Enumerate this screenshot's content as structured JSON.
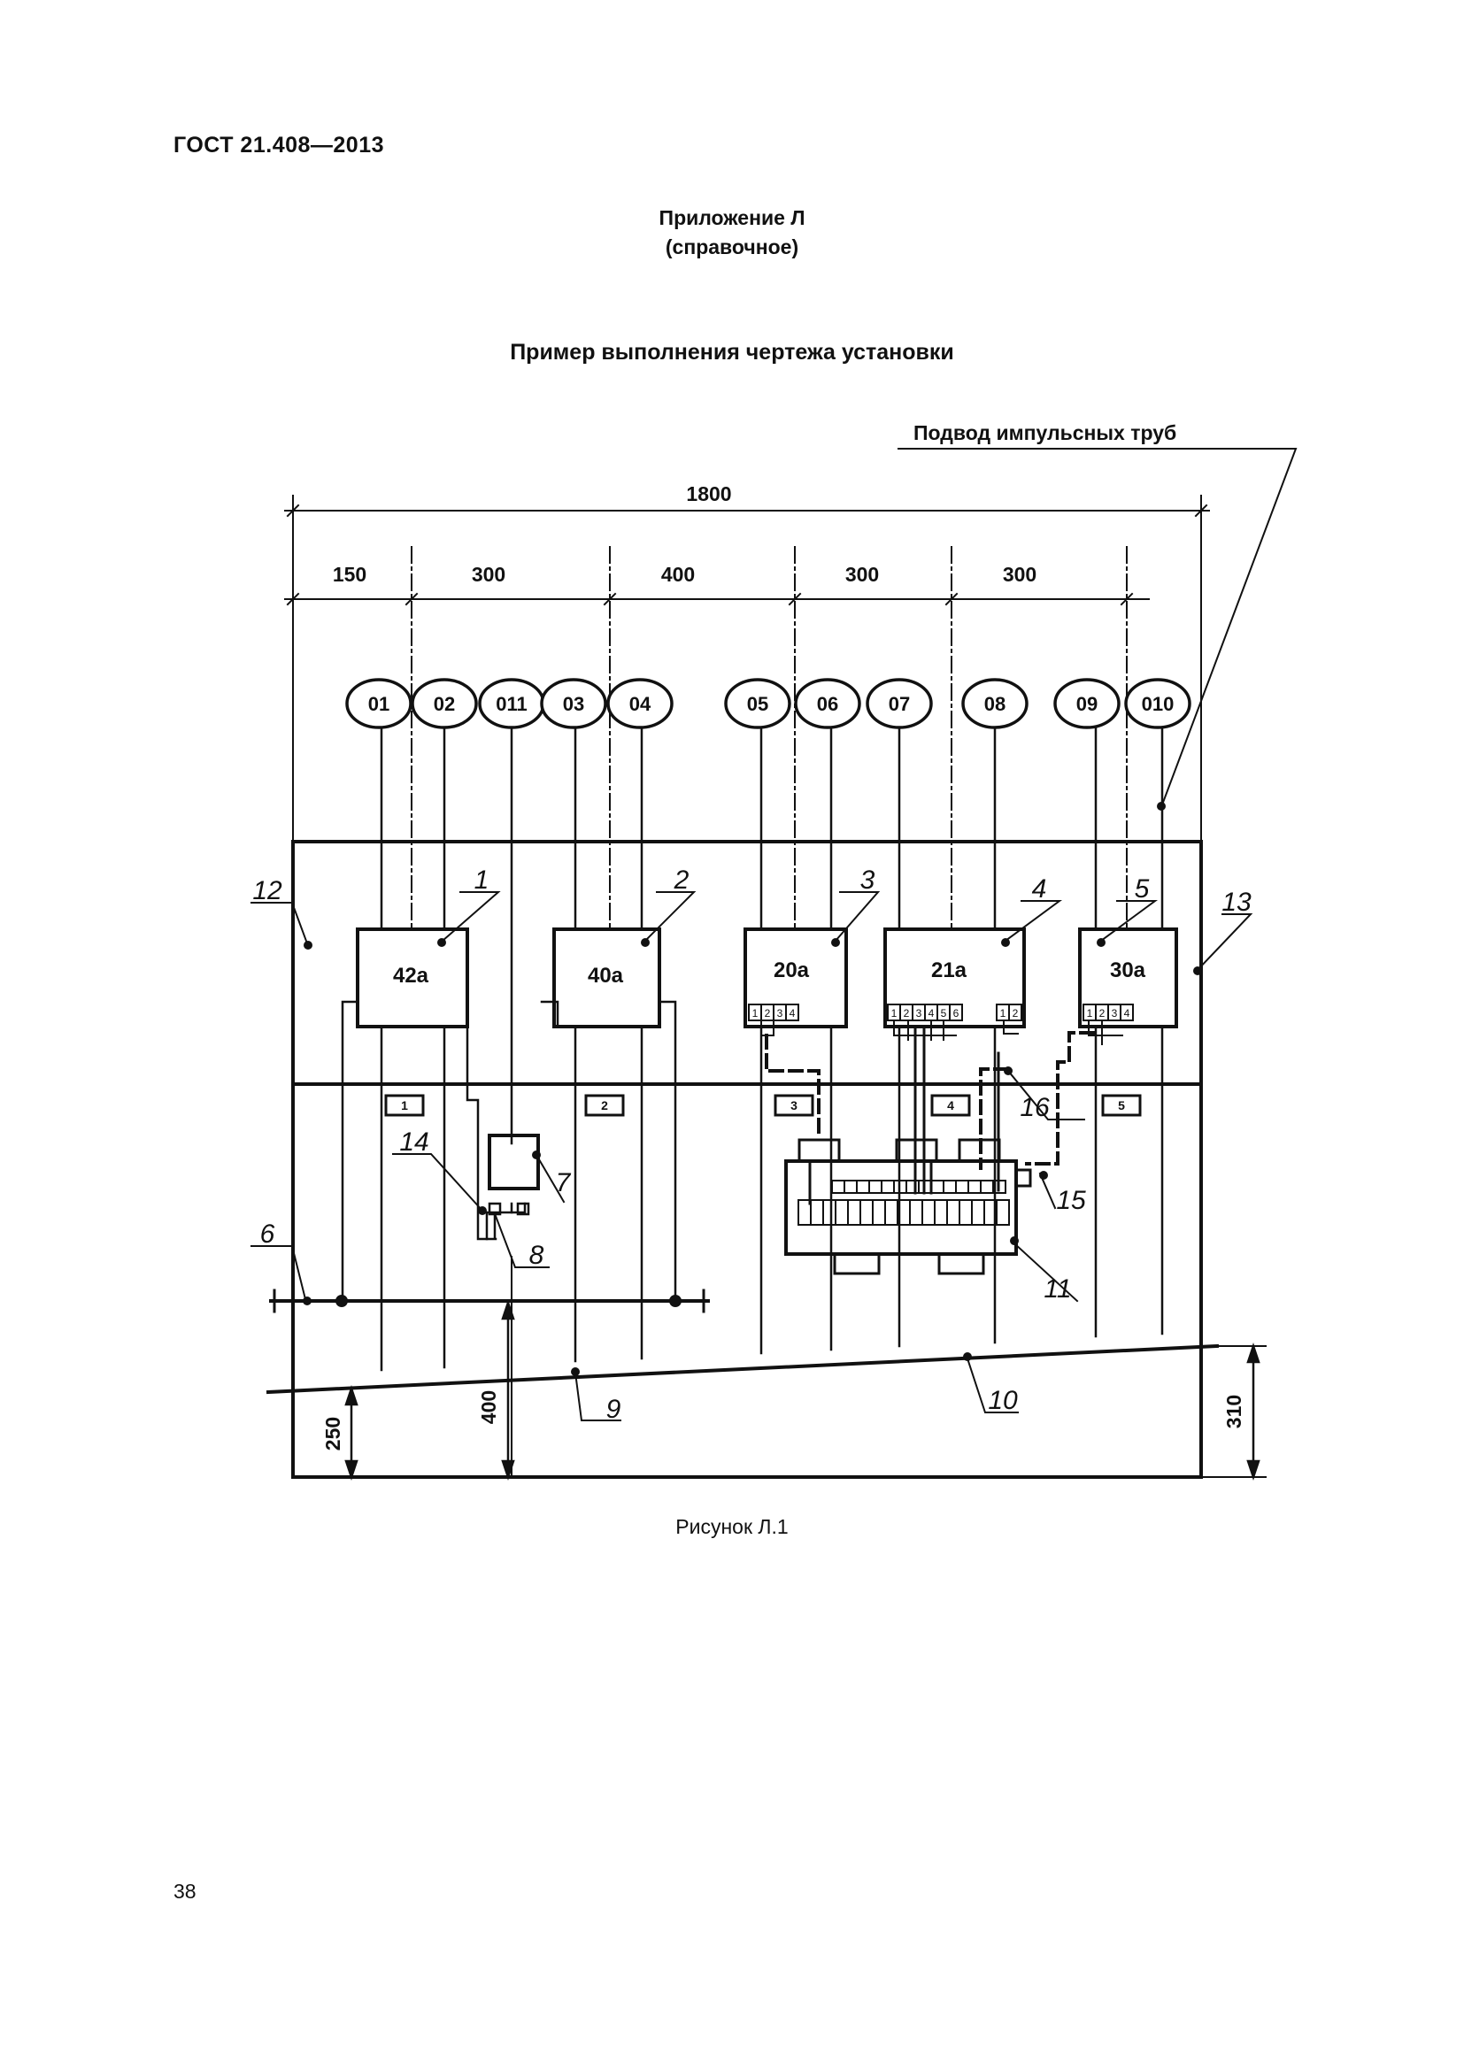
{
  "header": {
    "doc_code": "ГОСТ 21.408—2013"
  },
  "annex": {
    "title": "Приложение Л",
    "subtitle": "(справочное)"
  },
  "figure": {
    "title": "Пример выполнения чертежа установки",
    "caption": "Рисунок Л.1",
    "note": "Подвод импульсных труб"
  },
  "dimensions": {
    "overall": "1800",
    "segments": [
      "150",
      "300",
      "400",
      "300",
      "300"
    ],
    "height_left": "250",
    "height_mid": "400",
    "height_right": "310"
  },
  "pipe_labels": [
    "01",
    "02",
    "011",
    "03",
    "04",
    "05",
    "06",
    "07",
    "08",
    "09",
    "010"
  ],
  "devices": [
    "42а",
    "40а",
    "20а",
    "21а",
    "30а"
  ],
  "terminals": {
    "d3": [
      "1",
      "2",
      "3",
      "4"
    ],
    "d4a": [
      "1",
      "2",
      "3",
      "4",
      "5",
      "6"
    ],
    "d4b": [
      "1",
      "2"
    ],
    "d5": [
      "1",
      "2",
      "3",
      "4"
    ]
  },
  "plates": [
    "1",
    "2",
    "3",
    "4",
    "5"
  ],
  "callouts": [
    "1",
    "2",
    "3",
    "4",
    "5",
    "6",
    "7",
    "8",
    "9",
    "10",
    "11",
    "12",
    "13",
    "14",
    "15",
    "16"
  ],
  "page": {
    "number": "38"
  }
}
